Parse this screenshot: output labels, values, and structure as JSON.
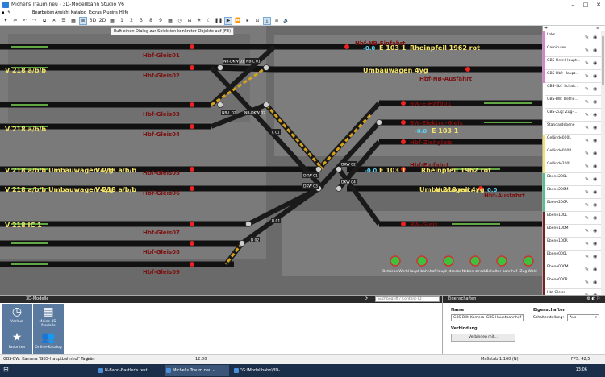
{
  "window": {
    "title": "Michel's Traum neu - 3D-Modellbahn Studio V6",
    "controls": [
      "–",
      "□",
      "✕"
    ]
  },
  "menu": [
    "Bearbeiten",
    "Ansicht",
    "Katalog",
    "Extras",
    "Plugins",
    "Hilfe"
  ],
  "toolbar": {
    "items": [
      "3D",
      "2D",
      "1",
      "2",
      "3",
      "8",
      "9"
    ],
    "tooltip": "Ruft einen Dialog zur Selektion konkreter Objekte auf (F3)"
  },
  "layout": {
    "track_labels": [
      "Hbf-Gleis01",
      "Hbf-Gleis02",
      "Hbf-Gleis03",
      "Hbf-Gleis04",
      "Hbf-Gleis05",
      "Hbf-Gleis06",
      "Hbf-Gleis07",
      "Hbf-Gleis08",
      "Hbf-Gleis09",
      "Hbf-NB-Einfahrt",
      "Hbf-NB-Ausfahrt",
      "BW-E-Hafb01",
      "BW-Elektro-Gleis",
      "Hbf-Ziehgleis",
      "Hbf-Einfahrt",
      "Hbf-Ausfahrt",
      "BW-Gleis"
    ],
    "train_labels": [
      "V 218 a/b/b",
      "V 218 a/b/b",
      "V 218 a/b/b",
      "V 218 a/b/b",
      "V 218 a/b/b",
      "V 218 a/b/b",
      "Umbauwagen 4yg",
      "Umbauwagen 4yg",
      "Umbauwagen 4yg",
      "Umbauwagen 4yg",
      "Rheinpfeil 1962 rot",
      "Rheinpfeil 1962 rot",
      "E 103 1",
      "E 103 1",
      "E 103 1",
      "V 218 IC 1",
      "V 218 mit..."
    ],
    "speed_values": [
      "-0.0",
      "-0.0",
      "-0.0",
      "0.0"
    ],
    "switch_labels": [
      "NB-DKW 01",
      "NB-L 01",
      "NB-L 02",
      "NB-DKW 02",
      "DKW 01",
      "DKW 02",
      "DKW 03",
      "DKW 04",
      "L 01",
      "B 01",
      "B 02"
    ],
    "gbs_buttons": [
      {
        "label": "Betriebs-Werk",
        "color": "#3fbf3f"
      },
      {
        "label": "Haupt-bahnhof",
        "color": "#3fbf3f"
      },
      {
        "label": "Haupt-strecke",
        "color": "#3fbf3f"
      },
      {
        "label": "Neben-strecke",
        "color": "#3fbf3f"
      },
      {
        "label": "Schalter-bahnhof",
        "color": "#3fbf3f"
      },
      {
        "label": "Zug-Wahl",
        "color": "#3fbf3f"
      }
    ]
  },
  "layers": {
    "title": "",
    "items": [
      {
        "name": "Loks",
        "color": "#e07ad8"
      },
      {
        "name": "Garnituren",
        "color": "#e07ad8"
      },
      {
        "name": "GBS-Hstr: Haupt...",
        "color": "#e07ad8"
      },
      {
        "name": "GBS-Hbf: Haupt...",
        "color": "#e07ad8"
      },
      {
        "name": "GBS-Sbf: Schalt...",
        "color": "#ffffff"
      },
      {
        "name": "GBS-BW: Betrie...",
        "color": "#ffffff"
      },
      {
        "name": "GBS-Zug: Zug-...",
        "color": "#ffffff"
      },
      {
        "name": "Standardebene",
        "color": "#ffffff"
      },
      {
        "name": "Gelände000L",
        "color": "#f3e36b"
      },
      {
        "name": "Gelände000R",
        "color": "#f3e36b"
      },
      {
        "name": "Gelände200L",
        "color": "#f3e36b"
      },
      {
        "name": "Ebene200L",
        "color": "#4cc48a"
      },
      {
        "name": "Ebene200M",
        "color": "#4cc48a"
      },
      {
        "name": "Ebene200R",
        "color": "#4cc48a"
      },
      {
        "name": "Ebene100L",
        "color": "#7a1f1f"
      },
      {
        "name": "Ebene100M",
        "color": "#7a1f1f"
      },
      {
        "name": "Ebene100R",
        "color": "#7a1f1f"
      },
      {
        "name": "Ebene000L",
        "color": "#7a1f1f"
      },
      {
        "name": "Ebene000M",
        "color": "#7a1f1f"
      },
      {
        "name": "Ebene000R",
        "color": "#7a1f1f"
      },
      {
        "name": "Hbf-Gleise",
        "color": "#7a1f1f"
      }
    ]
  },
  "models_panel": {
    "title": "3D-Modelle",
    "search_placeholder": "Suchbegriff / Content-ID",
    "tiles": [
      {
        "label": "Verlauf",
        "glyph": "◷"
      },
      {
        "label": "Meine 3D-Modelle",
        "glyph": "▦"
      },
      {
        "label": "Favoriten",
        "glyph": "★"
      },
      {
        "label": "Online-Katalog",
        "glyph": "👥"
      }
    ]
  },
  "properties_panel": {
    "title": "Eigenschaften",
    "name_label": "Name",
    "name_value": "GBS-BW: Kamera 'GBS-Hauptbahnhof T",
    "connection_label": "Verbindung",
    "connect_button": "Verbinden mit...",
    "props_label": "Eigenschaften",
    "switch_label": "Schalterstellung:",
    "switch_value": "Aus"
  },
  "statusbar": {
    "left": "GBS-BW: Kamera 'GBS-Hauptbahnhof' Taster",
    "color": "grün",
    "time": "12:00",
    "scale": "Maßstab 1:160 (N)",
    "fps": "FPS: 42,5"
  },
  "taskbar": {
    "items": [
      "N-Bahn-Bastler's test...",
      "Michel's Traum neu -...",
      "\"G:\\Modellbahn\\3D-..."
    ],
    "clock": "13:06"
  }
}
